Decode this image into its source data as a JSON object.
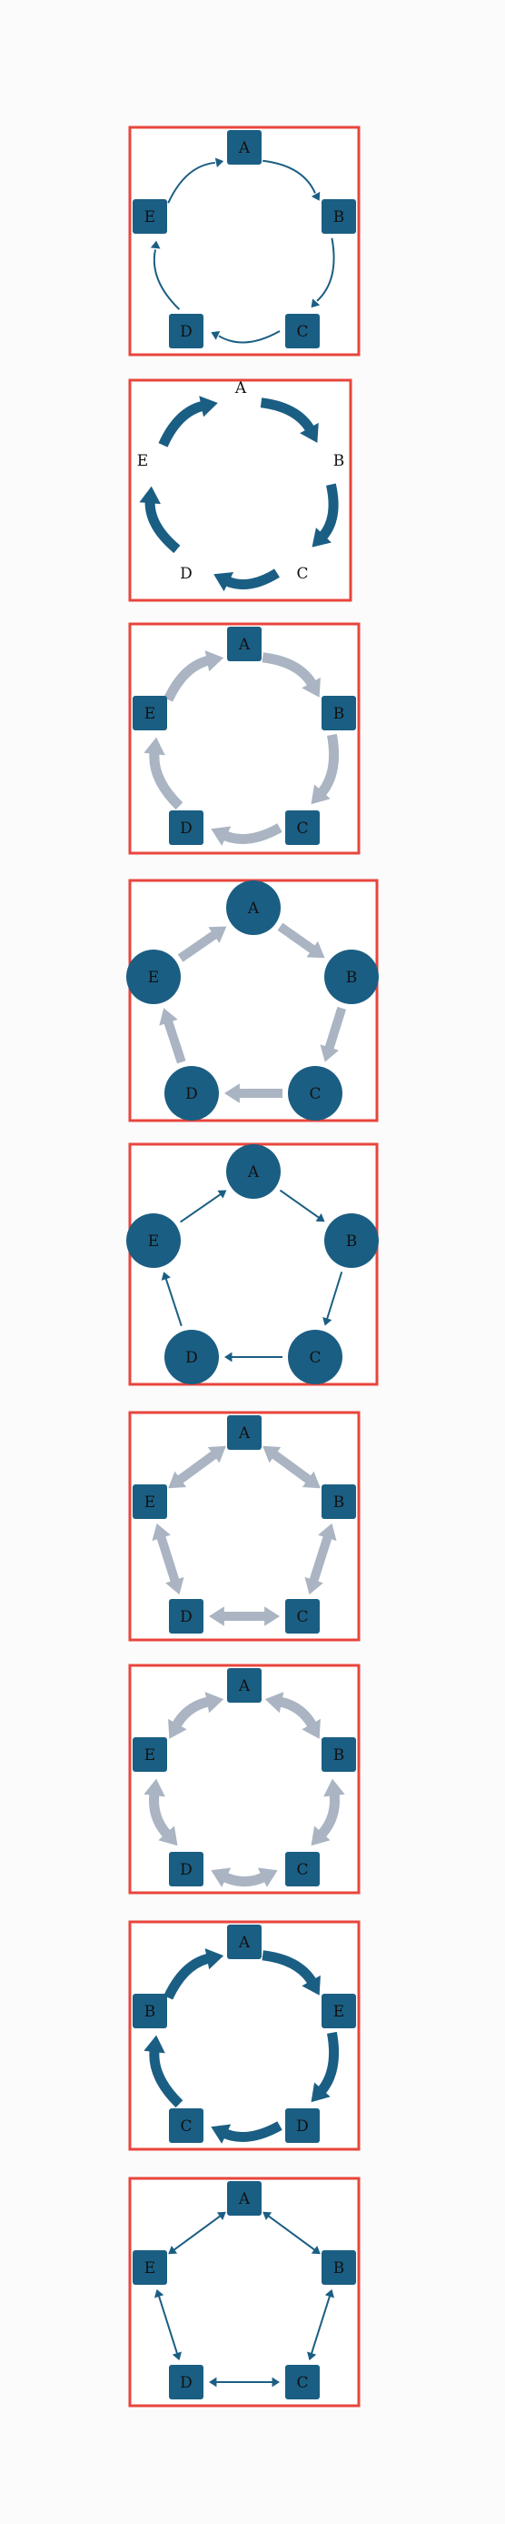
{
  "colors": {
    "frame": "#e8453c",
    "node": "#1b5e83",
    "dark_arrow": "#1b5e83",
    "light_arrow": "#aab4c2",
    "label": "#111111"
  },
  "diagrams": [
    {
      "node_labels": [
        "A",
        "B",
        "C",
        "D",
        "E"
      ],
      "shape": "square",
      "arrow": "thin-arc",
      "color": "dark"
    },
    {
      "node_labels": [
        "A",
        "B",
        "C",
        "D",
        "E"
      ],
      "shape": "none",
      "arrow": "thick-arc",
      "color": "dark"
    },
    {
      "node_labels": [
        "A",
        "B",
        "C",
        "D",
        "E"
      ],
      "shape": "square",
      "arrow": "thick-arc",
      "color": "light"
    },
    {
      "node_labels": [
        "A",
        "B",
        "C",
        "D",
        "E"
      ],
      "shape": "circle",
      "arrow": "thick-straight",
      "color": "light"
    },
    {
      "node_labels": [
        "A",
        "B",
        "C",
        "D",
        "E"
      ],
      "shape": "circle",
      "arrow": "thin-straight",
      "color": "dark"
    },
    {
      "node_labels": [
        "A",
        "B",
        "C",
        "D",
        "E"
      ],
      "shape": "square",
      "arrow": "thick-double-straight",
      "color": "light"
    },
    {
      "node_labels": [
        "A",
        "B",
        "C",
        "D",
        "E"
      ],
      "shape": "square",
      "arrow": "thick-double-arc",
      "color": "light"
    },
    {
      "node_labels": [
        "A",
        "E",
        "D",
        "C",
        "B"
      ],
      "shape": "square",
      "arrow": "thick-arc-reverse",
      "color": "dark"
    },
    {
      "node_labels": [
        "A",
        "B",
        "C",
        "D",
        "E"
      ],
      "shape": "square",
      "arrow": "thin-double-straight",
      "color": "dark"
    }
  ]
}
